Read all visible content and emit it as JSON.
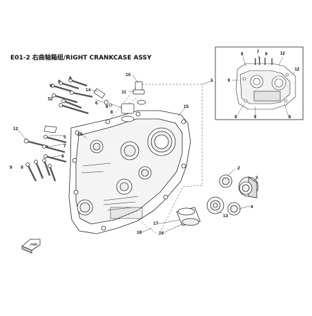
{
  "title": "E01-2 右曲轴箱组/RIGHT CRANKCASE ASSY",
  "callouts": {
    "c1": "1",
    "c2": "2",
    "c3": "3",
    "c4": "4",
    "c5": "5",
    "c6": "6",
    "c7": "7",
    "c8": "8",
    "c9": "9",
    "c10": "10",
    "c11": "11",
    "c12": "12",
    "c13": "13",
    "c14": "14",
    "c15": "15",
    "c16": "16",
    "c17": "17",
    "c18": "18",
    "c19": "19"
  },
  "inset_callouts": {
    "i9a": "9",
    "i7": "7",
    "i9b": "9",
    "i12a": "12",
    "i6": "6",
    "i12b": "12",
    "i9c": "9",
    "i9d": "9",
    "i8": "8"
  },
  "colors": {
    "line": "#222222",
    "dash": "#444444",
    "part": "#ffffff"
  },
  "icons": {
    "direction": "front-direction-arrow-icon"
  }
}
